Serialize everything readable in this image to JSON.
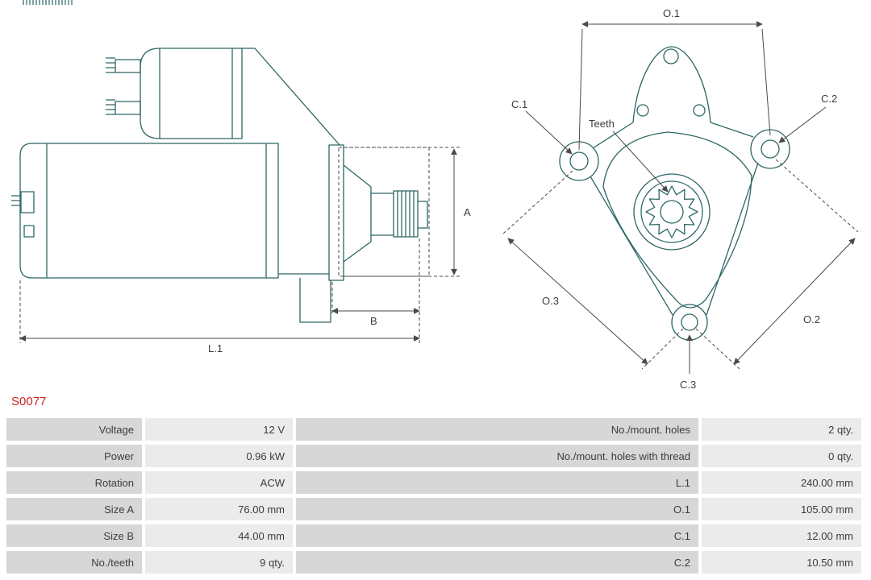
{
  "part_number": "S0077",
  "colors": {
    "outline": "#2e6665",
    "dimension": "#4a4a4a",
    "part_number_text": "#cc2222",
    "label_cell_bg": "#d7d7d7",
    "value_cell_bg": "#ebebeb"
  },
  "diagrams": {
    "side": {
      "dim_a": "A",
      "dim_b": "B",
      "dim_l1": "L.1"
    },
    "front": {
      "dim_o1": "O.1",
      "dim_o2": "O.2",
      "dim_o3": "O.3",
      "dim_c1": "C.1",
      "dim_c2": "C.2",
      "dim_c3": "C.3",
      "teeth_label": "Teeth"
    }
  },
  "specs": {
    "rows": [
      {
        "label": "Voltage",
        "value": "12 V",
        "label2": "No./mount. holes",
        "value2": "2 qty."
      },
      {
        "label": "Power",
        "value": "0.96 kW",
        "label2": "No./mount. holes with thread",
        "value2": "0 qty."
      },
      {
        "label": "Rotation",
        "value": "ACW",
        "label2": "L.1",
        "value2": "240.00 mm"
      },
      {
        "label": "Size A",
        "value": "76.00 mm",
        "label2": "O.1",
        "value2": "105.00 mm"
      },
      {
        "label": "Size B",
        "value": "44.00 mm",
        "label2": "C.1",
        "value2": "12.00 mm"
      },
      {
        "label": "No./teeth",
        "value": "9 qty.",
        "label2": "C.2",
        "value2": "10.50 mm"
      }
    ]
  }
}
